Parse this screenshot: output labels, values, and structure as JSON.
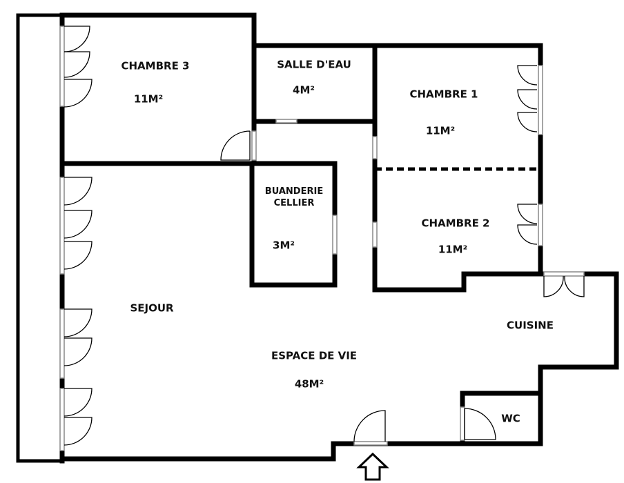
{
  "rooms": {
    "chambre3": {
      "name": "CHAMBRE 3",
      "area": "11M²"
    },
    "salle_eau": {
      "name": "SALLE D'EAU",
      "area": "4M²"
    },
    "chambre1": {
      "name": "CHAMBRE 1",
      "area": "11M²"
    },
    "buanderie": {
      "name_line1": "BUANDERIE",
      "name_line2": "CELLIER",
      "area": "3M²"
    },
    "chambre2": {
      "name": "CHAMBRE 2",
      "area": "11M²"
    },
    "sejour": {
      "name": "SEJOUR"
    },
    "espace_vie": {
      "name": "ESPACE DE VIE",
      "area": "48M²"
    },
    "cuisine": {
      "name": "CUISINE"
    },
    "wc": {
      "name": "WC"
    }
  },
  "colors": {
    "wall": "#000000",
    "window": "#9a9a9a"
  }
}
